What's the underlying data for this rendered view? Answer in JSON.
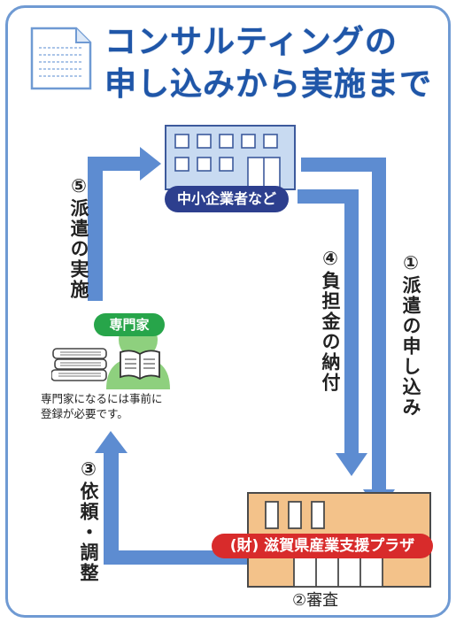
{
  "title": {
    "line1": "コンサルティングの",
    "line2": "申し込みから実施まで"
  },
  "nodes": {
    "sme": "中小企業者など",
    "expert": "専門家",
    "plaza": "(財) 滋賀県産業支援プラザ"
  },
  "expert_note": {
    "line1": "専門家になるには事前に",
    "line2": "登録が必要です。"
  },
  "steps": {
    "s1": "①派遣の申し込み",
    "s2": "②審査",
    "s3": "③依頼・調整",
    "s4": "④負担金の納付",
    "s5": "⑤派遣の実施"
  },
  "colors": {
    "frame": "#6f9ad3",
    "arrow": "#5d8cd1",
    "title": "#1f56a8",
    "sme_pill": "#2d3f8e",
    "expert_pill": "#27a54a",
    "plaza_pill": "#d82b2b",
    "plaza_building": "#f3c28a"
  }
}
